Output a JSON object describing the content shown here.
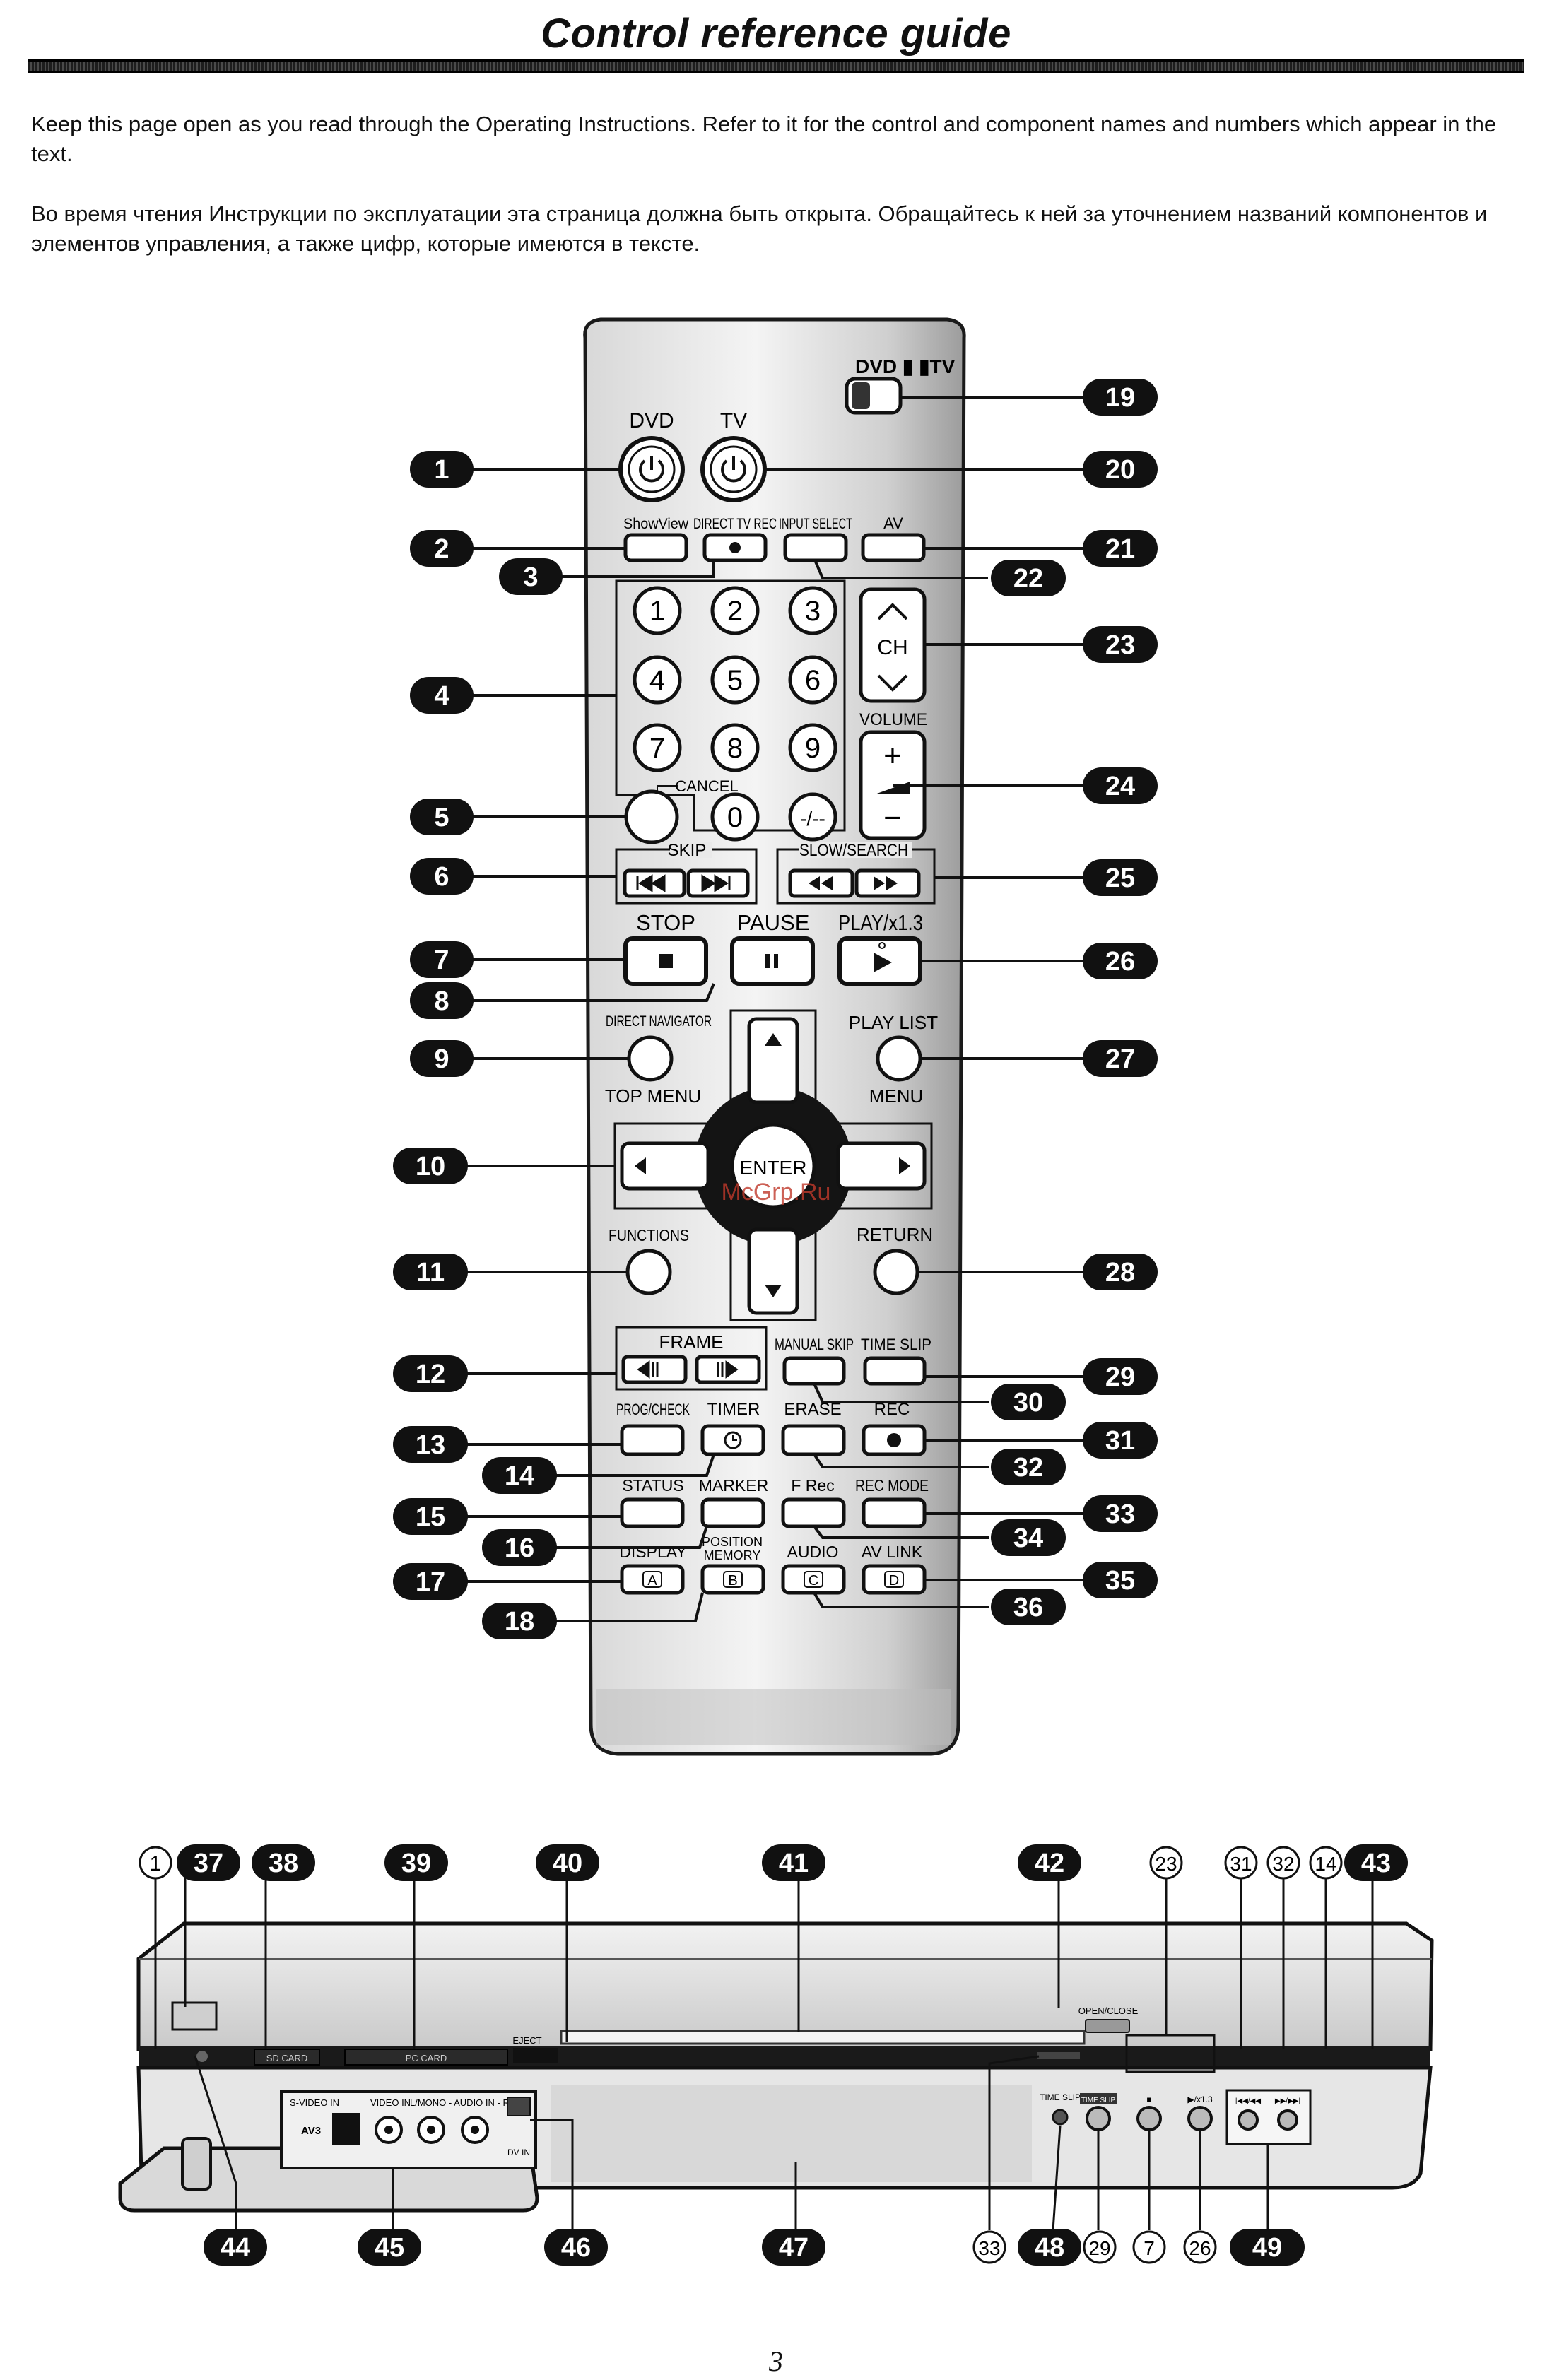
{
  "header": {
    "title": "Control reference guide",
    "intro_en": "Keep this page open as you read through the Operating Instructions. Refer to it for the control and component names and numbers which appear in the text.",
    "intro_ru": "Во время чтения Инструкции по эксплуатации эта страница должна быть открыта. Обращайтесь к ней за уточнением названий компонентов и элементов управления, а также цифр, которые имеются в тексте."
  },
  "remote": {
    "switch_label": "DVD ▮ ▮TV",
    "dvd": "DVD",
    "tv": "TV",
    "showview": "ShowView",
    "direct_tv_rec": "DIRECT TV REC",
    "input_select": "INPUT SELECT",
    "av": "AV",
    "digits": [
      "1",
      "2",
      "3",
      "4",
      "5",
      "6",
      "7",
      "8",
      "9",
      "0",
      "-/--"
    ],
    "cancel": "CANCEL",
    "ch": "CH",
    "volume": "VOLUME",
    "plus": "+",
    "minus": "−",
    "skip": "SKIP",
    "slow_search": "SLOW/SEARCH",
    "stop": "STOP",
    "pause": "PAUSE",
    "play": "PLAY/x1.3",
    "direct_navigator": "DIRECT NAVIGATOR",
    "top_menu": "TOP MENU",
    "play_list": "PLAY LIST",
    "menu": "MENU",
    "enter": "ENTER",
    "functions": "FUNCTIONS",
    "return": "RETURN",
    "frame": "FRAME",
    "manual_skip": "MANUAL SKIP",
    "time_slip": "TIME SLIP",
    "prog_check": "PROG/CHECK",
    "timer": "TIMER",
    "erase": "ERASE",
    "rec": "REC",
    "status": "STATUS",
    "marker": "MARKER",
    "f_rec": "F Rec",
    "rec_mode": "REC MODE",
    "display": "DISPLAY",
    "position_memory_1": "POSITION",
    "position_memory_2": "MEMORY",
    "audio": "AUDIO",
    "av_link": "AV LINK",
    "key_a": "A",
    "key_b": "B",
    "key_c": "C",
    "key_d": "D",
    "watermark": "McGrp.Ru"
  },
  "callouts_left": [
    "1",
    "2",
    "3",
    "4",
    "5",
    "6",
    "7",
    "8",
    "9",
    "10",
    "11",
    "12",
    "13",
    "14",
    "15",
    "16",
    "17",
    "18"
  ],
  "callouts_right": [
    "19",
    "20",
    "21",
    "22",
    "23",
    "24",
    "25",
    "26",
    "27",
    "28",
    "29",
    "30",
    "31",
    "32",
    "33",
    "34",
    "35",
    "36"
  ],
  "recorder": {
    "top_callouts": [
      "37",
      "38",
      "39",
      "40",
      "41",
      "42",
      "43"
    ],
    "top_refs": [
      "1",
      "23",
      "31",
      "32",
      "14"
    ],
    "bottom_callouts": [
      "44",
      "45",
      "46",
      "47",
      "48",
      "49"
    ],
    "bottom_refs": [
      "33",
      "29",
      "7",
      "26"
    ],
    "panel_labels": {
      "s_video_in": "S-VIDEO IN",
      "video_in": "VIDEO IN",
      "audio_in": "L/MONO - AUDIO IN - R",
      "av3": "AV3",
      "dv_in": "DV IN",
      "eject": "EJECT",
      "open_close": "OPEN/CLOSE",
      "sd_card": "SD CARD",
      "pc_card": "PC CARD",
      "time_slip": "TIME SLIP",
      "time_slip_2": "TIME SLIP",
      "stop": "■",
      "play": "▶/x1.3",
      "skip_prev": "|◀◀/◀◀",
      "skip_next": "▶▶/▶▶|"
    }
  },
  "page_number": "3"
}
